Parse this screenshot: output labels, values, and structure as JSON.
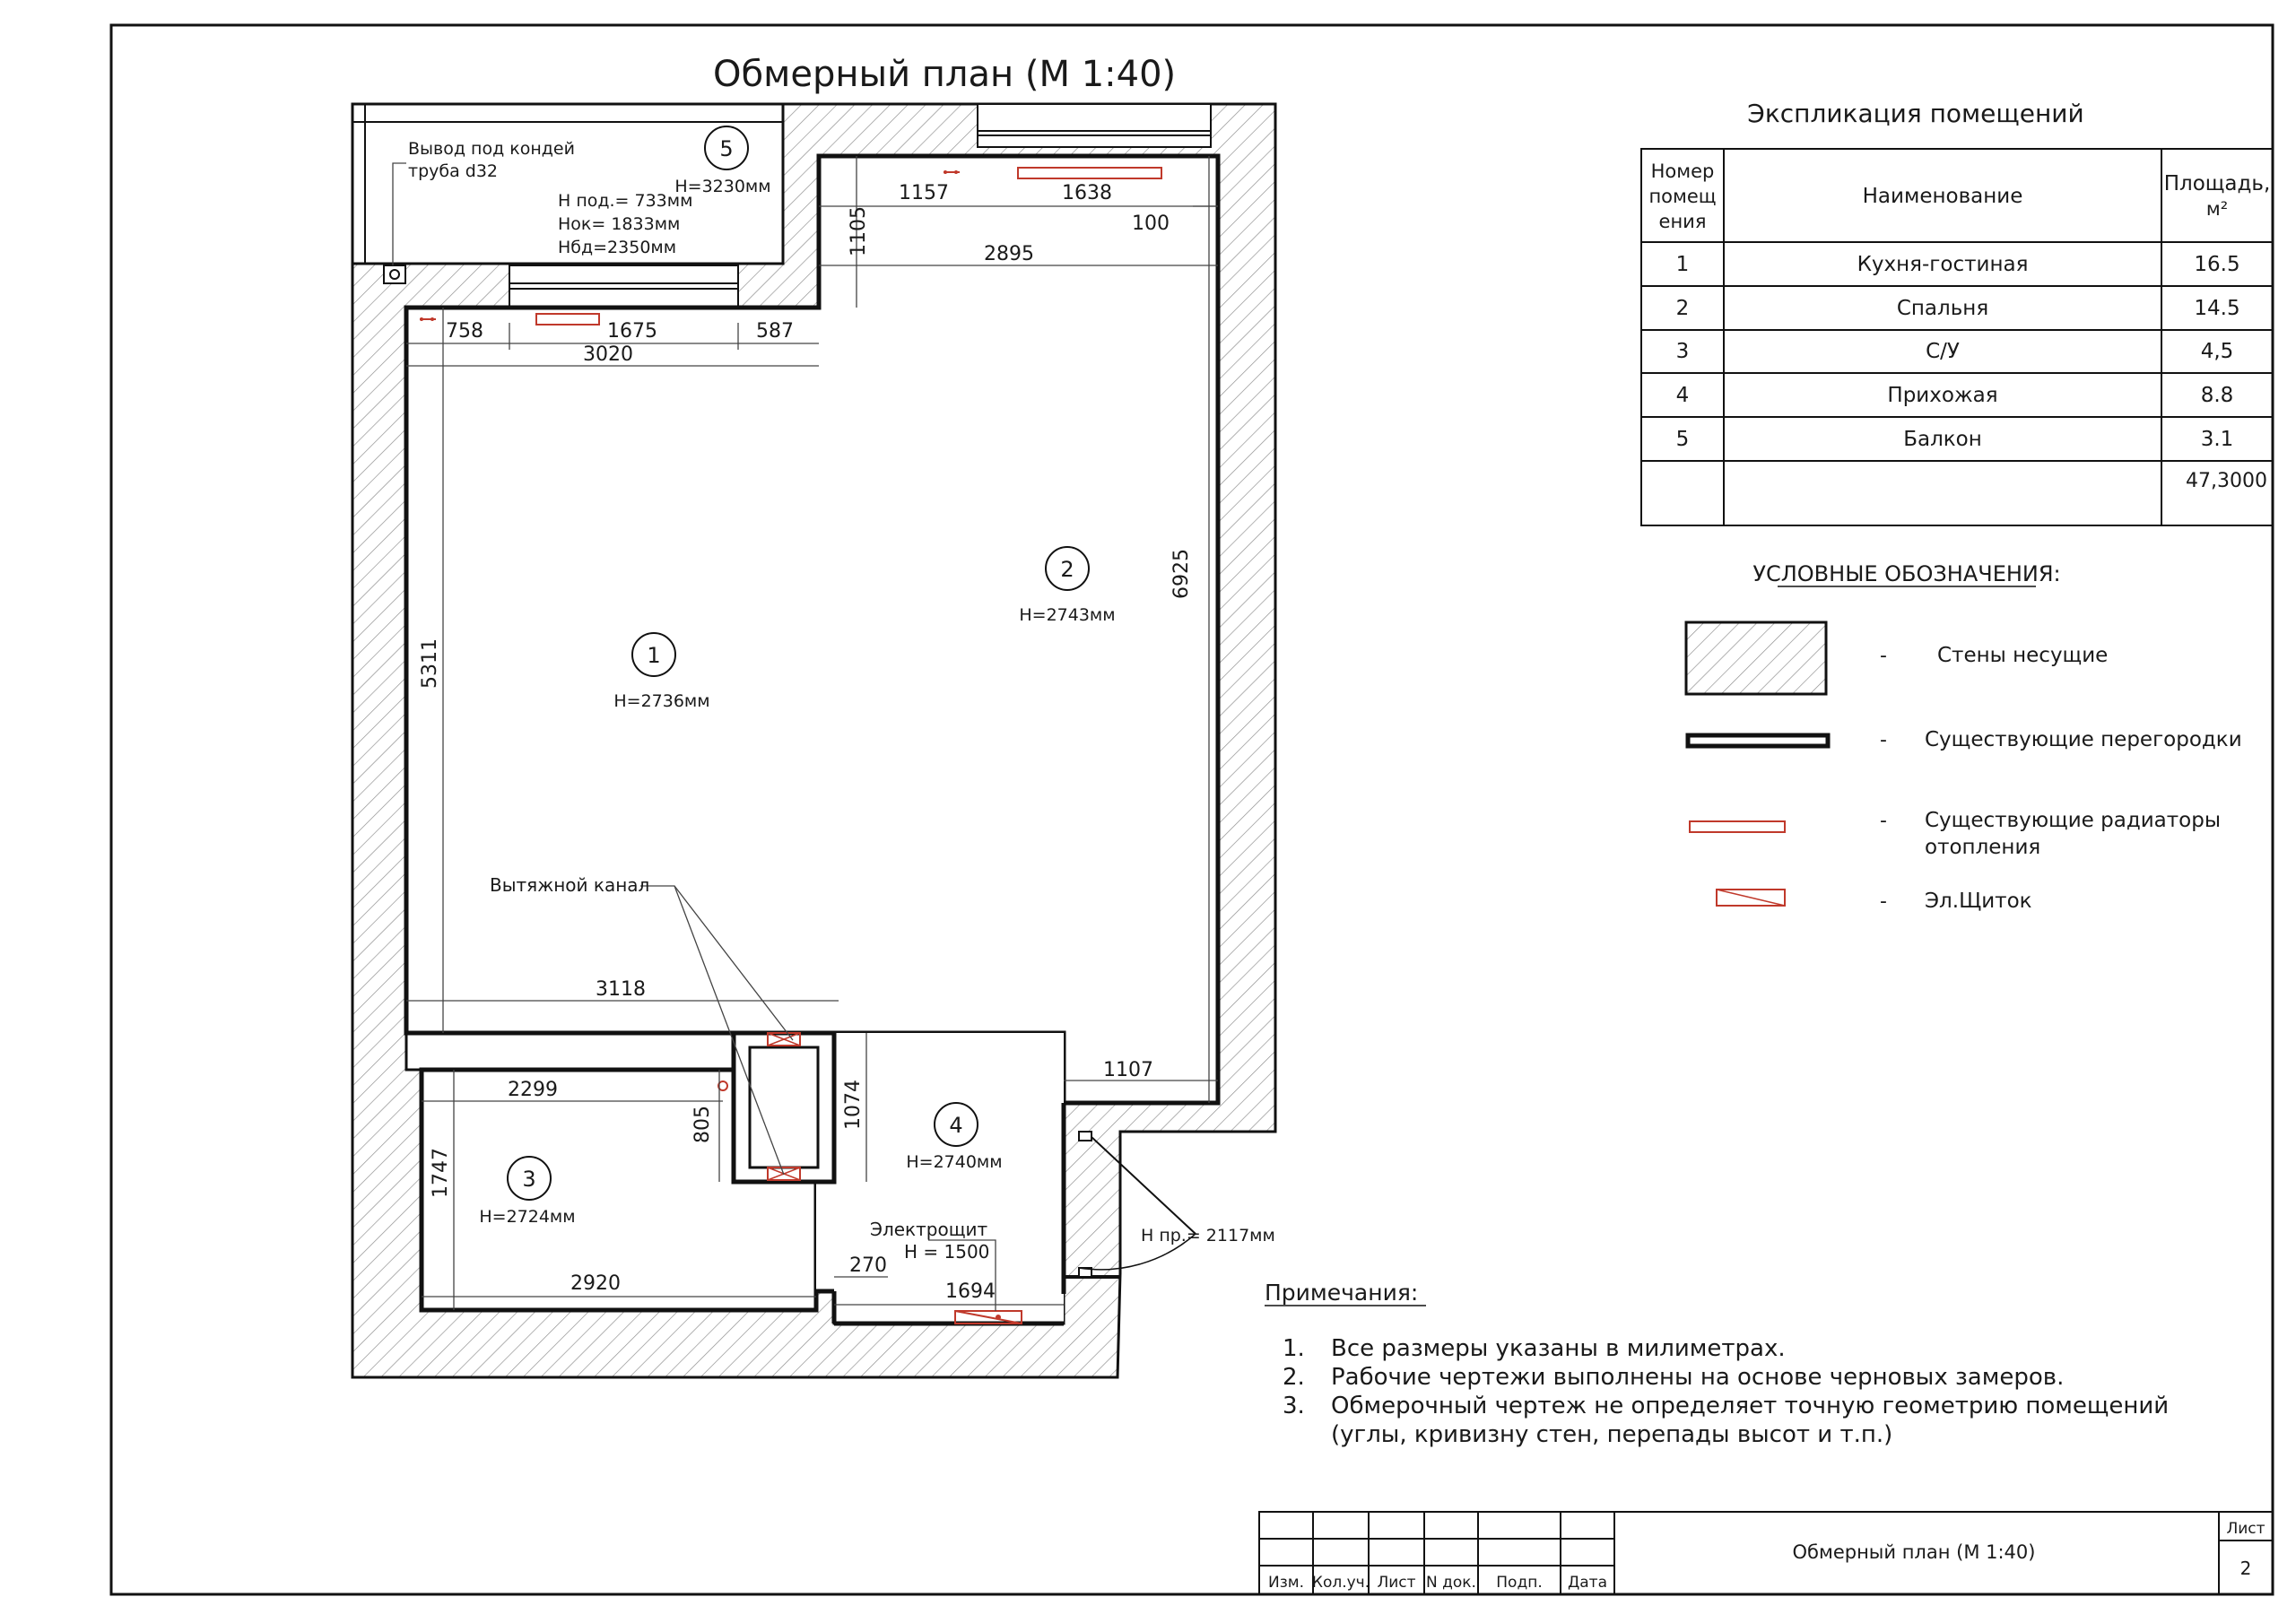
{
  "plan_title": "Обмерный план (М 1:40)",
  "explication": {
    "title": "Экспликация помещений",
    "headers": {
      "num": [
        "Номер",
        "помещ",
        "ения"
      ],
      "name": "Наименование",
      "area": [
        "Площадь,",
        "м²"
      ]
    },
    "rows": [
      {
        "num": "1",
        "name": "Кухня-гостиная",
        "area": "16.5"
      },
      {
        "num": "2",
        "name": "Спальня",
        "area": "14.5"
      },
      {
        "num": "3",
        "name": "С/У",
        "area": "4,5"
      },
      {
        "num": "4",
        "name": "Прихожая",
        "area": "8.8"
      },
      {
        "num": "5",
        "name": "Балкон",
        "area": "3.1"
      }
    ],
    "total": "47,3000"
  },
  "legend": {
    "title": "УСЛОВНЫЕ ОБОЗНАЧЕНИЯ:",
    "items": [
      {
        "dash": "-",
        "label": [
          "Стены несущие"
        ]
      },
      {
        "dash": "-",
        "label": [
          "Существующие перегородки"
        ]
      },
      {
        "dash": "-",
        "label": [
          "Существующие радиаторы",
          "отопления"
        ]
      },
      {
        "dash": "-",
        "label": [
          "Эл.Щиток"
        ]
      }
    ]
  },
  "rooms": [
    {
      "num": "1",
      "height": "H=2736мм"
    },
    {
      "num": "2",
      "height": "H=2743мм"
    },
    {
      "num": "3",
      "height": "H=2724мм"
    },
    {
      "num": "4",
      "height": "H=2740мм"
    },
    {
      "num": "5",
      "height": "H=3230мм"
    }
  ],
  "annotations": {
    "ac_outlet": [
      "Вывод под кондей",
      "труба d32"
    ],
    "balcony_heights": [
      "H под.= 733мм",
      "Нок= 1833мм",
      "Нбд=2350мм"
    ],
    "exhaust": "Вытяжной канал",
    "panel": [
      "Электрощит",
      "H = 1500"
    ],
    "door_height": "H пр.= 2117мм"
  },
  "dimensions": {
    "d1157": "1157",
    "d1638": "1638",
    "d100": "100",
    "d1105": "1105",
    "d2895": "2895",
    "d758": "758",
    "d1675": "1675",
    "d587": "587",
    "d3020": "3020",
    "d5311": "5311",
    "d6925": "6925",
    "d3118": "3118",
    "d1107": "1107",
    "d2299": "2299",
    "d805": "805",
    "d1074": "1074",
    "d1747": "1747",
    "d2920": "2920",
    "d270": "270",
    "d1694": "1694"
  },
  "notes": {
    "title": "Примечания:",
    "items": [
      {
        "n": "1.",
        "lines": [
          "Все размеры указаны в милиметрах."
        ]
      },
      {
        "n": "2.",
        "lines": [
          "Рабочие чертежи выполнены на основе черновых замеров."
        ]
      },
      {
        "n": "3.",
        "lines": [
          "Обмерочный чертеж не определяет точную геометрию помещений",
          "(углы, кривизну стен, перепады высот и т.п.)"
        ]
      }
    ]
  },
  "title_block": {
    "columns": [
      "Изм.",
      "Кол.уч.",
      "Лист",
      "N док.",
      "Подп.",
      "Дата"
    ],
    "name": "Обмерный план (М 1:40)",
    "sheet_label": "Лист",
    "sheet_num": "2"
  },
  "colors": {
    "line": "#111111",
    "radiator": "#c0392b",
    "hatch": "#8a8a8a"
  }
}
